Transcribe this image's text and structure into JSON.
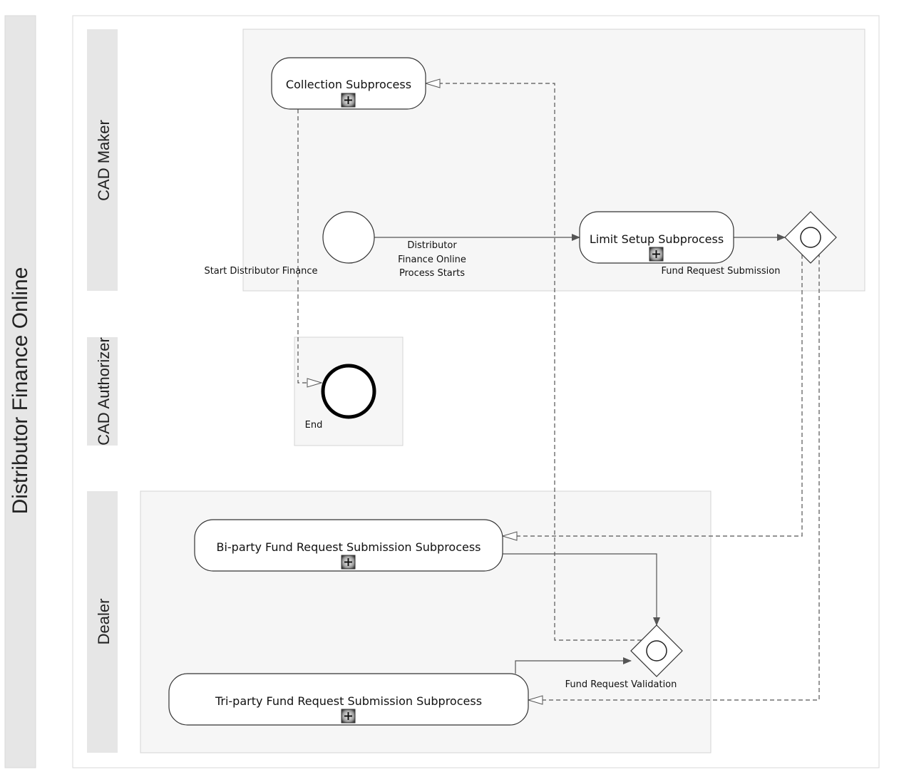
{
  "pool": {
    "title": "Distributor Finance Online"
  },
  "lanes": {
    "cad_maker": "CAD Maker",
    "cad_authorizer": "CAD Authorizer",
    "dealer": "Dealer"
  },
  "tasks": {
    "collection": "Collection Subprocess",
    "limit_setup": "Limit Setup Subprocess",
    "biparty": "Bi-party Fund Request Submission Subprocess",
    "triparty": "Tri-party Fund Request Submission Subprocess"
  },
  "events": {
    "start_label": "Start Distributor Finance",
    "end_label": "End"
  },
  "gateways": {
    "fund_request_submission": "Fund Request Submission",
    "fund_request_validation": "Fund Request Validation"
  },
  "flows": {
    "start_flow_label_lines": [
      "Distributor",
      "Finance Online",
      "Process Starts"
    ]
  },
  "colors": {
    "lane_header_fill": "#e6e6e6",
    "group_fill": "#f6f6f6",
    "group_stroke": "#d0d0d0",
    "line": "#555555",
    "marker_dark": "#444444"
  }
}
